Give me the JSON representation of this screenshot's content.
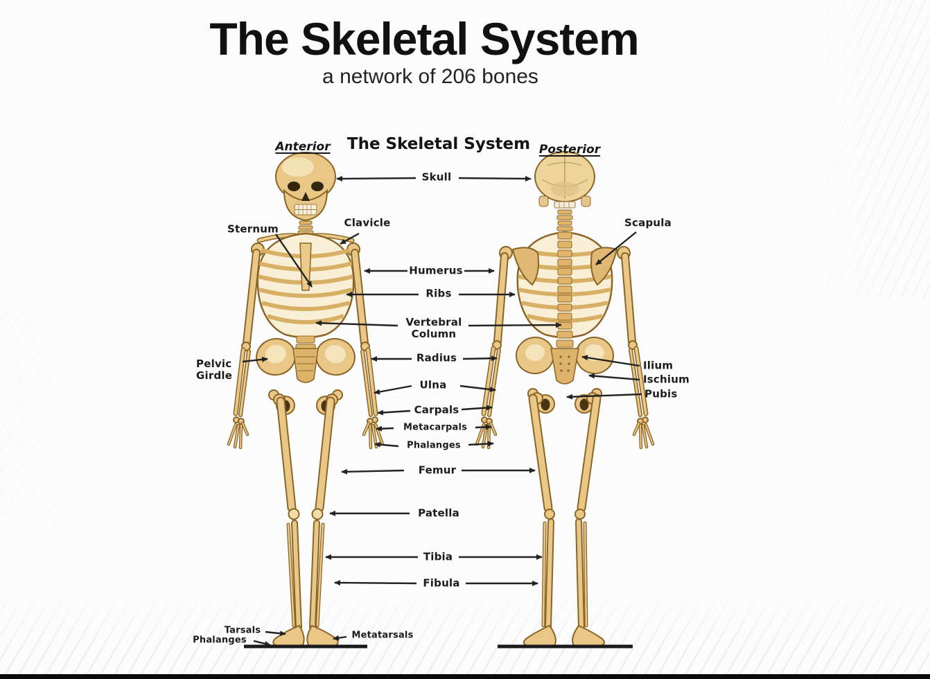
{
  "slide": {
    "title": "The Skeletal System",
    "subtitle": "a network of 206 bones"
  },
  "diagram": {
    "title": "The Skeletal System",
    "anterior_view_label": "Anterior",
    "posterior_view_label": "Posterior",
    "labels": {
      "skull": "Skull",
      "clavicle": "Clavicle",
      "sternum": "Sternum",
      "scapula": "Scapula",
      "humerus": "Humerus",
      "ribs": "Ribs",
      "vertebral_column": "Vertebral\nColumn",
      "radius": "Radius",
      "ulna": "Ulna",
      "carpals": "Carpals",
      "metacarpals": "Metacarpals",
      "phalanges": "Phalanges",
      "pelvic_girdle": "Pelvic\nGirdle",
      "ilium": "Ilium",
      "ischium": "Ischium",
      "pubis": "Pubis",
      "femur": "Femur",
      "patella": "Patella",
      "tibia": "Tibia",
      "fibula": "Fibula",
      "tarsals": "Tarsals",
      "metatarsals": "Metatarsals",
      "phalanges_foot": "Phalanges"
    },
    "colors": {
      "bone": "#e9c887",
      "bone_light": "#f4e3bb",
      "outline": "#8a6425",
      "label_text": "#1c1c1c",
      "arrow": "#222222",
      "title_text": "#111111",
      "background": "#fcfcfc",
      "bottom_bar": "#0b0b0b"
    }
  }
}
